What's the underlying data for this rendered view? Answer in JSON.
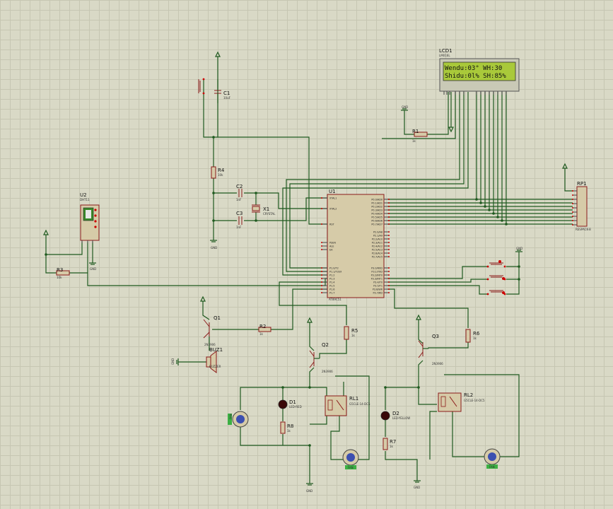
{
  "lcd": {
    "ref": "LCD1",
    "model": "LM016L",
    "line1": "Wendu:03° WH:30",
    "line2": "Shidu:0l% SH:85%"
  },
  "rp1": {
    "ref": "RP1",
    "value": "RESPACK-8"
  },
  "u1": {
    "ref": "U1",
    "model": "AT89C51",
    "left_pins": [
      "XTAL1",
      "XTAL2",
      "RST",
      "PSEN",
      "ALE",
      "EA",
      "P1.0/T2",
      "P1.1/T2EX",
      "P1.2",
      "P1.3",
      "P1.4",
      "P1.5",
      "P1.6",
      "P1.7"
    ],
    "right_pins": [
      "P0.0/AD0",
      "P0.1/AD1",
      "P0.2/AD2",
      "P0.3/AD3",
      "P0.4/AD4",
      "P0.5/AD5",
      "P0.6/AD6",
      "P0.7/AD7",
      "P2.0/A8",
      "P2.1/A9",
      "P2.2/A10",
      "P2.3/A11",
      "P2.4/A12",
      "P2.5/A13",
      "P2.6/A14",
      "P2.7/A15",
      "P3.0/RXD",
      "P3.1/TXD",
      "P3.2/INT0",
      "P3.3/INT1",
      "P3.4/T0",
      "P3.5/T1",
      "P3.6/WR",
      "P3.7/RD"
    ]
  },
  "u2": {
    "ref": "U2",
    "model": "DHT11"
  },
  "c1": {
    "ref": "C1",
    "value": "10uF"
  },
  "c2": {
    "ref": "C2",
    "value": "1nF"
  },
  "c3": {
    "ref": "C3",
    "value": "1nF"
  },
  "x1": {
    "ref": "X1",
    "value": "CRYSTAL"
  },
  "r1": {
    "ref": "R1",
    "value": "1k"
  },
  "r2": {
    "ref": "R2",
    "value": "1k"
  },
  "r3": {
    "ref": "R3",
    "value": "10k"
  },
  "r4": {
    "ref": "R4",
    "value": "10k"
  },
  "r5": {
    "ref": "R5",
    "value": "1k"
  },
  "r6": {
    "ref": "R6",
    "value": "1k"
  },
  "r7": {
    "ref": "R7",
    "value": "1k"
  },
  "r8": {
    "ref": "R8",
    "value": "1k"
  },
  "q1": {
    "ref": "Q1",
    "value": "2N3906"
  },
  "q2": {
    "ref": "Q2",
    "value": "2N3906"
  },
  "q3": {
    "ref": "Q3",
    "value": "2N3906"
  },
  "buz": {
    "ref": "BUZ1",
    "value": "BUZZER"
  },
  "d1": {
    "ref": "D1",
    "value": "LED-RED"
  },
  "d2": {
    "ref": "D2",
    "value": "LED-YELLOW"
  },
  "rl1": {
    "ref": "RL1",
    "value": "G5CLE-14-DC5"
  },
  "rl2": {
    "ref": "RL2",
    "value": "G5CLE-14-DC5"
  },
  "gnd_label": "GND",
  "fan_label": "FAN",
  "colors": {
    "wire": "#1f5a1f",
    "body": "#8b1a1a",
    "fill": "#d6cba8",
    "lcd": "#a9c93a",
    "grid": "#c6c6b2"
  }
}
